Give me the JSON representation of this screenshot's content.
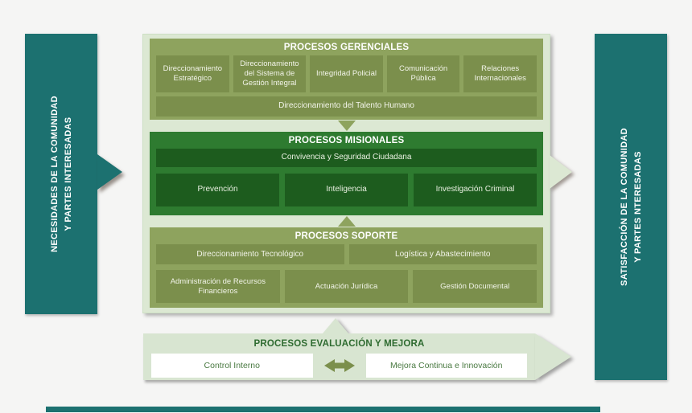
{
  "diagram": {
    "left_bar": {
      "line1": "NECESIDADES DE LA COMUNIDAD",
      "line2": "Y PARTES INTERESADAS"
    },
    "right_bar": {
      "line1": "SATISFACCIÓN DE LA COMUNIDAD",
      "line2": "Y PARTES NTERESADAS"
    },
    "gerenciales": {
      "title": "PROCESOS GERENCIALES",
      "boxes": [
        "Direccionamiento Estratégico",
        "Direccionamiento del Sistema de Gestión Integral",
        "Integridad Policial",
        "Comunicación Pública",
        "Relaciones Internacionales"
      ],
      "wide_box": "Direccionamiento del Talento Humano"
    },
    "misionales": {
      "title": "PROCESOS MISIONALES",
      "wide_box": "Convivencia y Seguridad Ciudadana",
      "boxes": [
        "Prevención",
        "Inteligencia",
        "Investigación Criminal"
      ]
    },
    "soporte": {
      "title": "PROCESOS SOPORTE",
      "row1": [
        "Direccionamiento Tecnológico",
        "Logística y Abastecimiento"
      ],
      "row2": [
        "Administración de Recursos Financieros",
        "Actuación Jurídica",
        "Gestión Documental"
      ]
    },
    "evaluacion": {
      "title": "PROCESOS EVALUACIÓN Y MEJORA",
      "boxes": [
        "Control Interno",
        "Mejora Continua e Innovación"
      ]
    },
    "colors": {
      "teal": "#1c7170",
      "panel_bg": "#dce8d3",
      "olive_section": "#8ea35e",
      "olive_box": "#7b8f4c",
      "green_section": "#2e7b30",
      "green_box": "#1d5c1e",
      "eval_bg": "#d8e5d1",
      "eval_title_text": "#2e6b30",
      "white_box_text": "#4a7a42"
    }
  }
}
